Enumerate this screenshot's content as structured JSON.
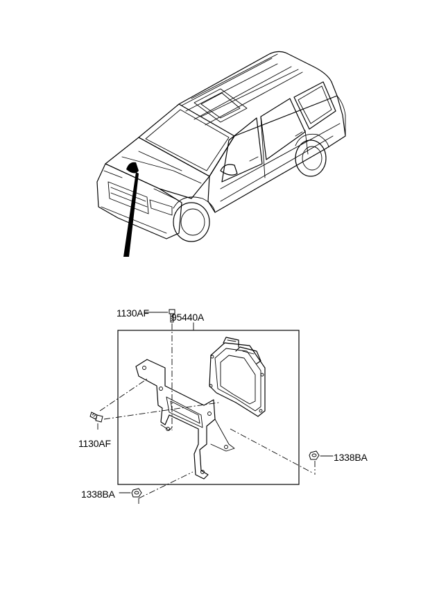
{
  "labels": {
    "part_95440A": "95440A",
    "bolt_top": "1130AF",
    "bolt_left": "1130AF",
    "nut_right": "1338BA",
    "nut_bottom": "1338BA"
  }
}
